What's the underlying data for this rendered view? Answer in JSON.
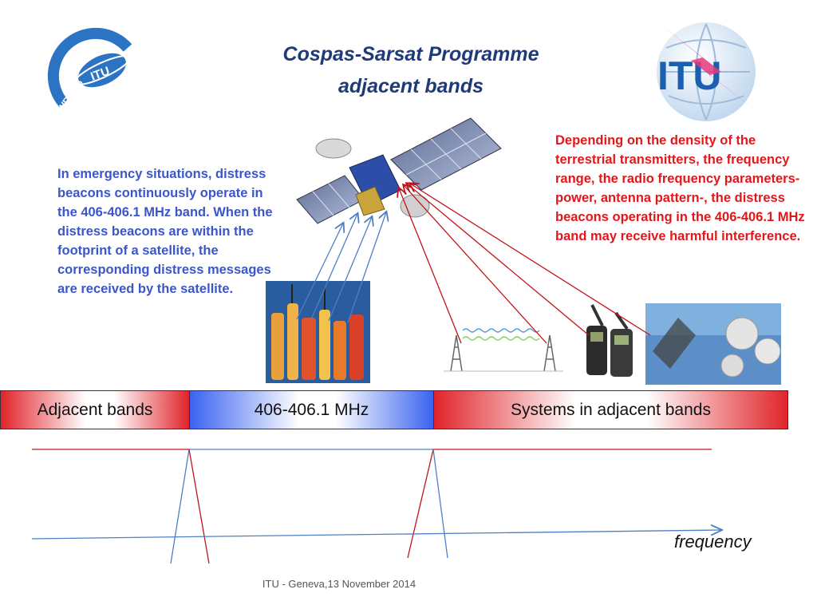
{
  "title": {
    "line1": "Cospas-Sarsat Programme",
    "line2": "adjacent bands"
  },
  "left_text": "In emergency situations, distress beacons continuously operate in the 406-406.1 MHz band. When the distress beacons are within the footprint of a satellite, the corresponding distress messages are received by the satellite.",
  "right_text": "Depending on the density of the terrestrial transmitters, the frequency range, the radio frequency parameters- power, antenna pattern-, the distress beacons operating in the 406-406.1 MHz band may receive harmful interference.",
  "bands": {
    "left": "Adjacent bands",
    "middle": "406-406.1 MHz",
    "right": "Systems in adjacent bands"
  },
  "axis_label": "frequency",
  "footer": "ITU - Geneva,13 November 2014",
  "logos": {
    "wrc_logo_text": "WRC-15",
    "itu_logo_text": "ITU"
  },
  "colors": {
    "title": "#1f3a78",
    "left_text": "#3b56c9",
    "right_text": "#e2171b",
    "band_red": "#e0242a",
    "band_blue": "#3a63f0",
    "uplink_blue": "#4f7fc4",
    "interference_red": "#c0141a"
  }
}
